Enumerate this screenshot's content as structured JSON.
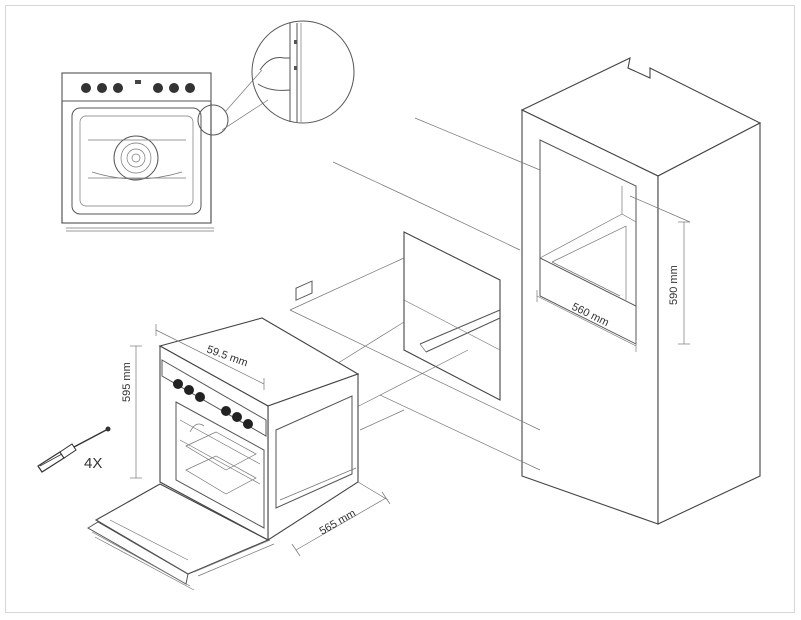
{
  "dimensions": {
    "oven_width": "59.5 mm",
    "oven_height": "595 mm",
    "oven_depth": "565 mm",
    "niche_width": "560 mm",
    "niche_height": "590 mm"
  },
  "screw_count": "4X"
}
